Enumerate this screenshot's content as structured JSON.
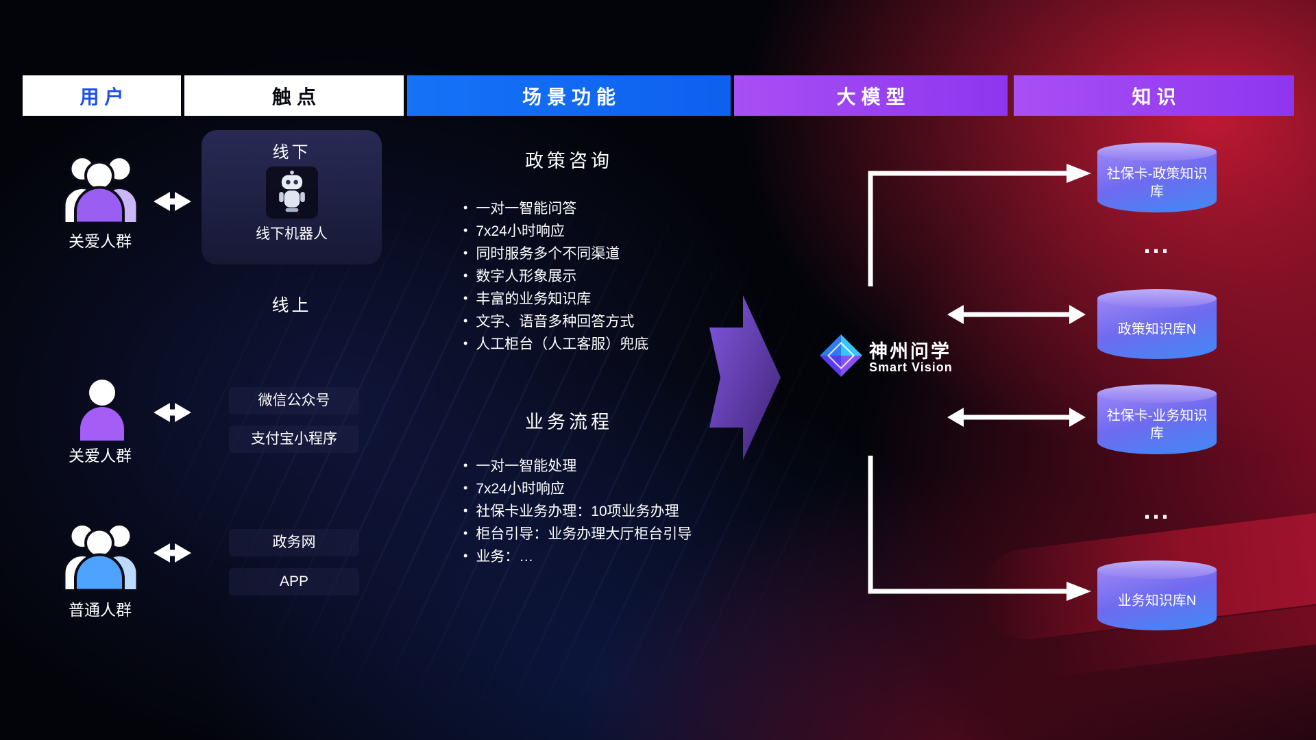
{
  "colors": {
    "scene_header_bg": "#1470f5",
    "model_header_bg": "#9a45f2",
    "accent_purple": "#9a5ff2",
    "accent_blue": "#4da3ff",
    "cylinder_top": "#a89bf8",
    "cylinder_body_top": "#8a76f2",
    "cylinder_body_bottom": "#4a8df2",
    "arrow_white": "#ffffff"
  },
  "header": {
    "columns": [
      {
        "label": "用户"
      },
      {
        "label": "触点"
      },
      {
        "label": "场景功能"
      },
      {
        "label": "大模型"
      },
      {
        "label": "知识"
      }
    ]
  },
  "users": [
    {
      "label": "关爱人群"
    },
    {
      "label": "关爱人群"
    },
    {
      "label": "普通人群"
    }
  ],
  "touchpoints": {
    "offline_title": "线下",
    "offline_robot_label": "线下机器人",
    "online_title": "线上",
    "channels": [
      {
        "label": "微信公众号"
      },
      {
        "label": "支付宝小程序"
      },
      {
        "label": "政务网"
      },
      {
        "label": "APP"
      }
    ]
  },
  "scenes": [
    {
      "title": "政策咨询",
      "items": [
        "一对一智能问答",
        "7x24小时响应",
        "同时服务多个不同渠道",
        "数字人形象展示",
        "丰富的业务知识库",
        "文字、语音多种回答方式",
        "人工柜台（人工客服）兜底"
      ]
    },
    {
      "title": "业务流程",
      "items": [
        "一对一智能处理",
        "7x24小时响应",
        "社保卡业务办理：10项业务办理",
        "柜台引导：业务办理大厅柜台引导",
        "业务：…"
      ]
    }
  ],
  "model": {
    "name": "神州问学",
    "subtitle": "Smart Vision"
  },
  "knowledge": {
    "ellipsis": "...",
    "cylinders": [
      {
        "label": "社保卡-政策知识库"
      },
      {
        "label": "政策知识库N"
      },
      {
        "label": "社保卡-业务知识库"
      },
      {
        "label": "业务知识库N"
      }
    ]
  }
}
